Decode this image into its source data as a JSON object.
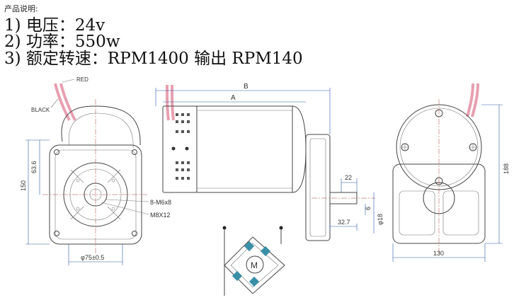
{
  "header": {
    "label": "产品说明:"
  },
  "specs": [
    "1) 电压：24v",
    "2) 功率：550w",
    "3) 额定转速：RPM1400 输出 RPM140"
  ],
  "front_view": {
    "wire_red": "RED",
    "wire_black": "BLACK",
    "dim_height": "150",
    "dim_center": "63.6",
    "dim_bolts": "8-M6x8",
    "dim_thread": "M8X12",
    "dim_diameter": "φ75±0.5"
  },
  "side_view": {
    "dim_b": "B",
    "dim_a": "A",
    "dim_22": "22",
    "dim_6": "6",
    "dim_shaft": "φ18",
    "dim_327": "32.7"
  },
  "rear_view": {
    "dim_height": "188",
    "dim_width": "130"
  },
  "schematic": {
    "motor_label": "M"
  },
  "colors": {
    "wire": "#e8a0b0",
    "line": "#444444",
    "dim": "#2b5aa8",
    "terminal": "#3a8fa8"
  }
}
